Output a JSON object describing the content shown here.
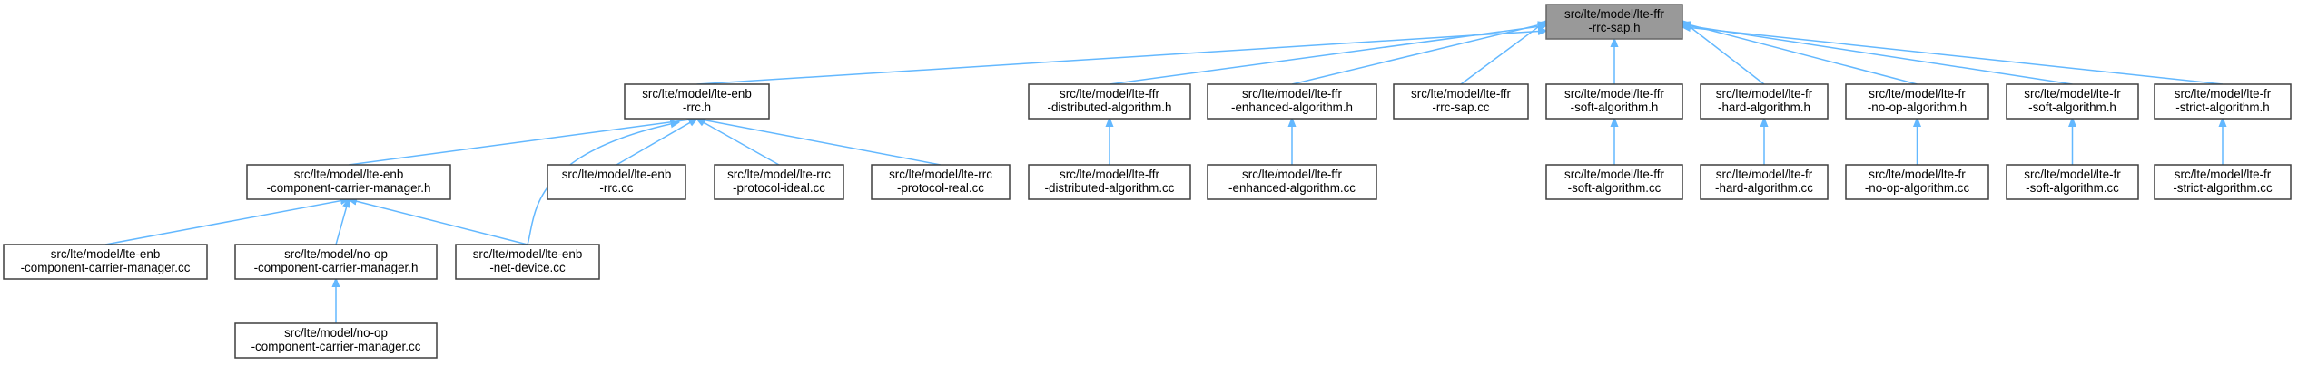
{
  "graph": {
    "nodes": [
      {
        "id": "root",
        "lines": [
          "src/lte/model/lte-ffr",
          "-rrc-sap.h"
        ]
      },
      {
        "id": "enb_rrc_h",
        "lines": [
          "src/lte/model/lte-enb",
          "-rrc.h"
        ]
      },
      {
        "id": "ffr_dist_h",
        "lines": [
          "src/lte/model/lte-ffr",
          "-distributed-algorithm.h"
        ]
      },
      {
        "id": "ffr_enh_h",
        "lines": [
          "src/lte/model/lte-ffr",
          "-enhanced-algorithm.h"
        ]
      },
      {
        "id": "ffr_rrc_sap_cc",
        "lines": [
          "src/lte/model/lte-ffr",
          "-rrc-sap.cc"
        ]
      },
      {
        "id": "ffr_soft_h",
        "lines": [
          "src/lte/model/lte-ffr",
          "-soft-algorithm.h"
        ]
      },
      {
        "id": "fr_hard_h",
        "lines": [
          "src/lte/model/lte-fr",
          "-hard-algorithm.h"
        ]
      },
      {
        "id": "fr_noop_h",
        "lines": [
          "src/lte/model/lte-fr",
          "-no-op-algorithm.h"
        ]
      },
      {
        "id": "fr_soft_h",
        "lines": [
          "src/lte/model/lte-fr",
          "-soft-algorithm.h"
        ]
      },
      {
        "id": "fr_strict_h",
        "lines": [
          "src/lte/model/lte-fr",
          "-strict-algorithm.h"
        ]
      },
      {
        "id": "enb_ccm_h",
        "lines": [
          "src/lte/model/lte-enb",
          "-component-carrier-manager.h"
        ]
      },
      {
        "id": "enb_rrc_cc",
        "lines": [
          "src/lte/model/lte-enb",
          "-rrc.cc"
        ]
      },
      {
        "id": "rrc_ideal_cc",
        "lines": [
          "src/lte/model/lte-rrc",
          "-protocol-ideal.cc"
        ]
      },
      {
        "id": "rrc_real_cc",
        "lines": [
          "src/lte/model/lte-rrc",
          "-protocol-real.cc"
        ]
      },
      {
        "id": "ffr_dist_cc",
        "lines": [
          "src/lte/model/lte-ffr",
          "-distributed-algorithm.cc"
        ]
      },
      {
        "id": "ffr_enh_cc",
        "lines": [
          "src/lte/model/lte-ffr",
          "-enhanced-algorithm.cc"
        ]
      },
      {
        "id": "ffr_soft_cc",
        "lines": [
          "src/lte/model/lte-ffr",
          "-soft-algorithm.cc"
        ]
      },
      {
        "id": "fr_hard_cc",
        "lines": [
          "src/lte/model/lte-fr",
          "-hard-algorithm.cc"
        ]
      },
      {
        "id": "fr_noop_cc",
        "lines": [
          "src/lte/model/lte-fr",
          "-no-op-algorithm.cc"
        ]
      },
      {
        "id": "fr_soft_cc",
        "lines": [
          "src/lte/model/lte-fr",
          "-soft-algorithm.cc"
        ]
      },
      {
        "id": "fr_strict_cc",
        "lines": [
          "src/lte/model/lte-fr",
          "-strict-algorithm.cc"
        ]
      },
      {
        "id": "enb_ccm_cc",
        "lines": [
          "src/lte/model/lte-enb",
          "-component-carrier-manager.cc"
        ]
      },
      {
        "id": "noop_ccm_h",
        "lines": [
          "src/lte/model/no-op",
          "-component-carrier-manager.h"
        ]
      },
      {
        "id": "enb_netdev_cc",
        "lines": [
          "src/lte/model/lte-enb",
          "-net-device.cc"
        ]
      },
      {
        "id": "noop_ccm_cc",
        "lines": [
          "src/lte/model/no-op",
          "-component-carrier-manager.cc"
        ]
      }
    ],
    "edges": [
      {
        "from": "enb_rrc_h",
        "to": "root"
      },
      {
        "from": "ffr_dist_h",
        "to": "root"
      },
      {
        "from": "ffr_enh_h",
        "to": "root"
      },
      {
        "from": "ffr_rrc_sap_cc",
        "to": "root"
      },
      {
        "from": "ffr_soft_h",
        "to": "root"
      },
      {
        "from": "fr_hard_h",
        "to": "root"
      },
      {
        "from": "fr_noop_h",
        "to": "root"
      },
      {
        "from": "fr_soft_h",
        "to": "root"
      },
      {
        "from": "fr_strict_h",
        "to": "root"
      },
      {
        "from": "enb_ccm_h",
        "to": "enb_rrc_h"
      },
      {
        "from": "enb_rrc_cc",
        "to": "enb_rrc_h"
      },
      {
        "from": "rrc_ideal_cc",
        "to": "enb_rrc_h"
      },
      {
        "from": "rrc_real_cc",
        "to": "enb_rrc_h"
      },
      {
        "from": "enb_netdev_cc",
        "to": "enb_rrc_h"
      },
      {
        "from": "ffr_dist_cc",
        "to": "ffr_dist_h"
      },
      {
        "from": "ffr_enh_cc",
        "to": "ffr_enh_h"
      },
      {
        "from": "ffr_soft_cc",
        "to": "ffr_soft_h"
      },
      {
        "from": "fr_hard_cc",
        "to": "fr_hard_h"
      },
      {
        "from": "fr_noop_cc",
        "to": "fr_noop_h"
      },
      {
        "from": "fr_soft_cc",
        "to": "fr_soft_h"
      },
      {
        "from": "fr_strict_cc",
        "to": "fr_strict_h"
      },
      {
        "from": "enb_ccm_cc",
        "to": "enb_ccm_h"
      },
      {
        "from": "noop_ccm_h",
        "to": "enb_ccm_h"
      },
      {
        "from": "enb_netdev_cc",
        "to": "enb_ccm_h"
      },
      {
        "from": "noop_ccm_cc",
        "to": "noop_ccm_h"
      }
    ],
    "colors": {
      "edge": "#63b8ff",
      "root_fill": "#999999",
      "node_border": "#3f3f3f"
    }
  }
}
